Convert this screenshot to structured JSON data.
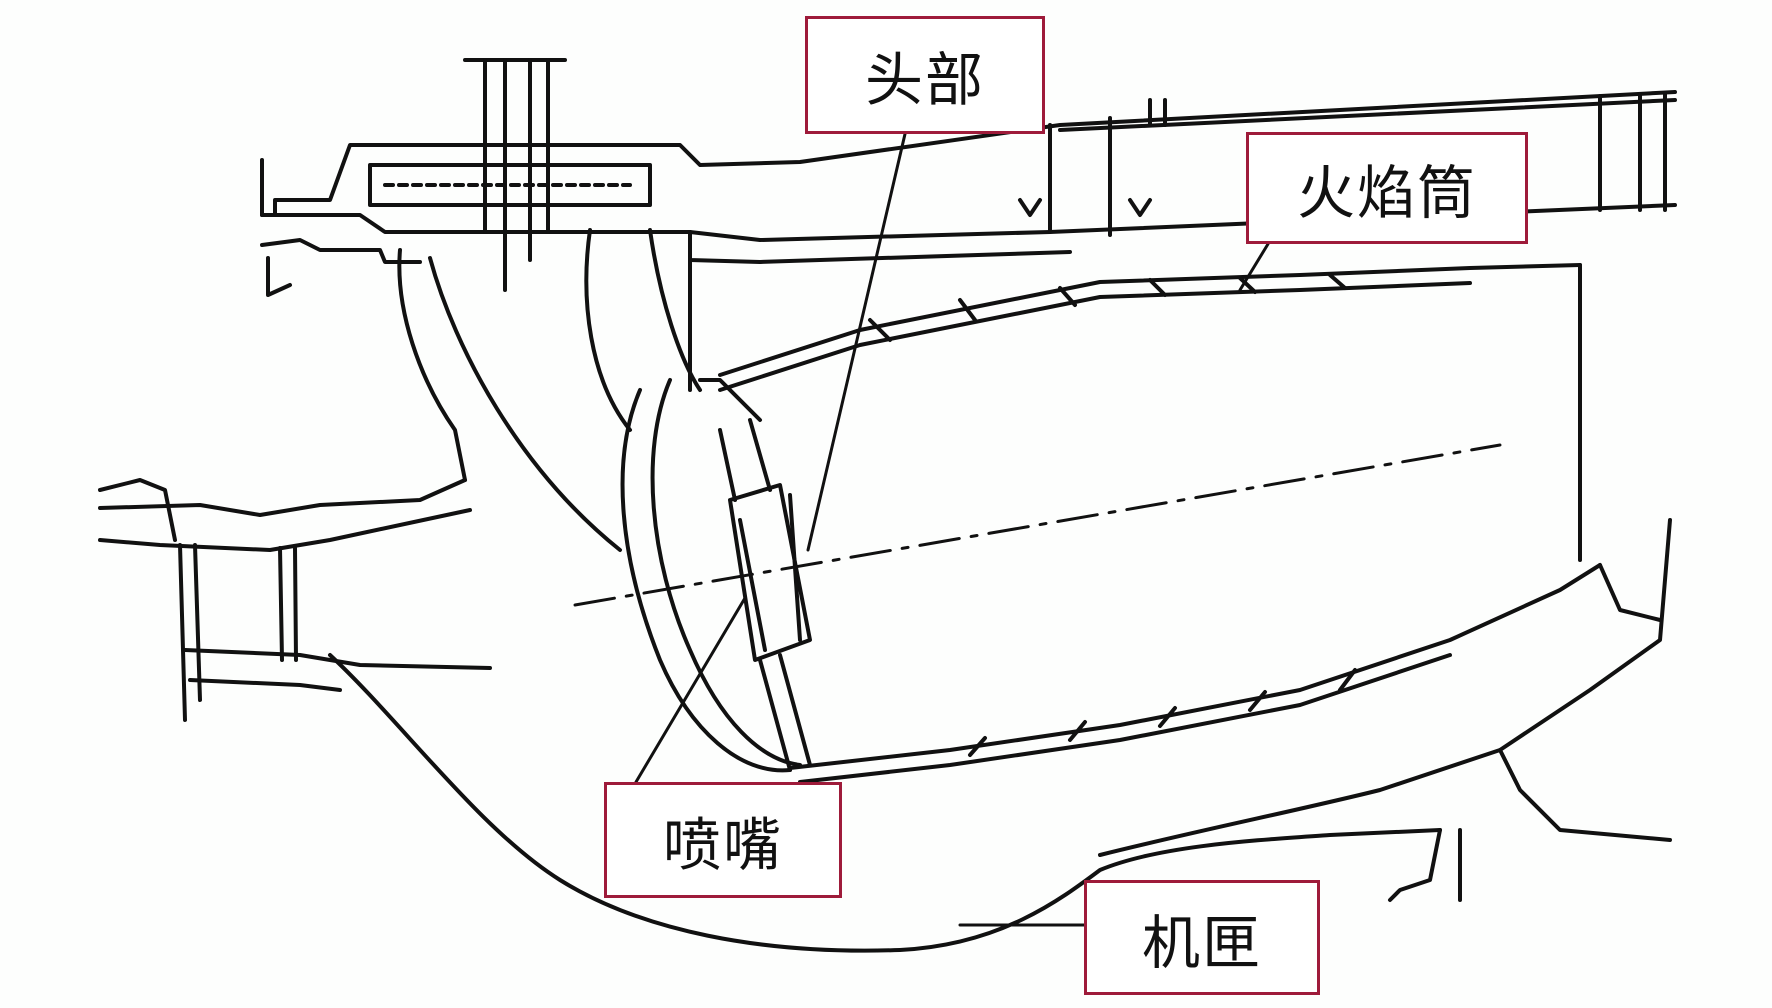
{
  "labels": {
    "head": "头部",
    "liner": "火焰筒",
    "nozzle": "喷嘴",
    "casing": "机匣"
  },
  "colors": {
    "box_border": "#9e1b3a",
    "line": "#111111",
    "background": "#fdfefd"
  }
}
